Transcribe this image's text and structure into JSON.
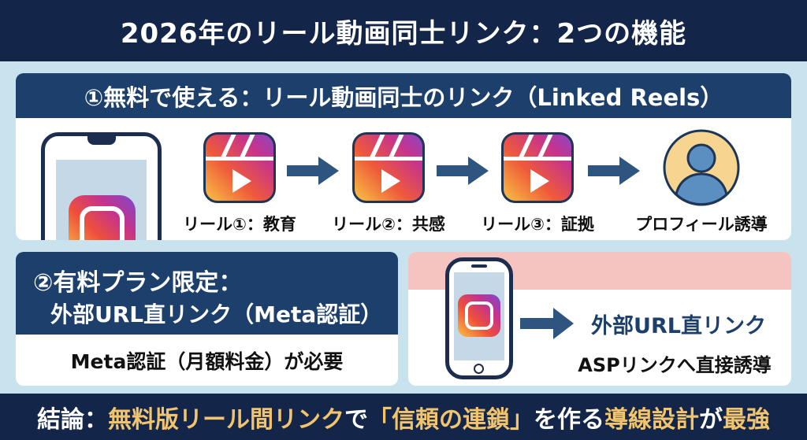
{
  "title": "2026年のリール動画同士リンク：2つの機能",
  "section1": {
    "header": "①無料で使える：リール動画同士のリンク（Linked Reels）",
    "steps": [
      {
        "label": "リール①：教育",
        "icon": "reel-icon"
      },
      {
        "label": "リール②：共感",
        "icon": "reel-icon"
      },
      {
        "label": "リール③：証拠",
        "icon": "reel-icon"
      },
      {
        "label": "プロフィール誘導",
        "icon": "profile-icon"
      }
    ]
  },
  "section2": {
    "header_line1": "②有料プラン限定：",
    "header_line2": "外部URL直リンク（Meta認証）",
    "body": "Meta認証（月額料金）が必要"
  },
  "section3": {
    "link_title": "外部URL直リンク",
    "link_sub": "ASPリンクへ直接誘導"
  },
  "conclusion": {
    "p1": "結論：",
    "p2": "無料版リール間リンク",
    "p3": "で",
    "p4": "「信頼の連鎖」",
    "p5": "を作る",
    "p6": "導線設計",
    "p7": "が",
    "p8": "最強"
  },
  "colors": {
    "navy": "#13264a",
    "header": "#1d3f6b",
    "gold": "#f2c46d",
    "bg": "#c8e2ee",
    "pink": "#f6c4c0"
  }
}
